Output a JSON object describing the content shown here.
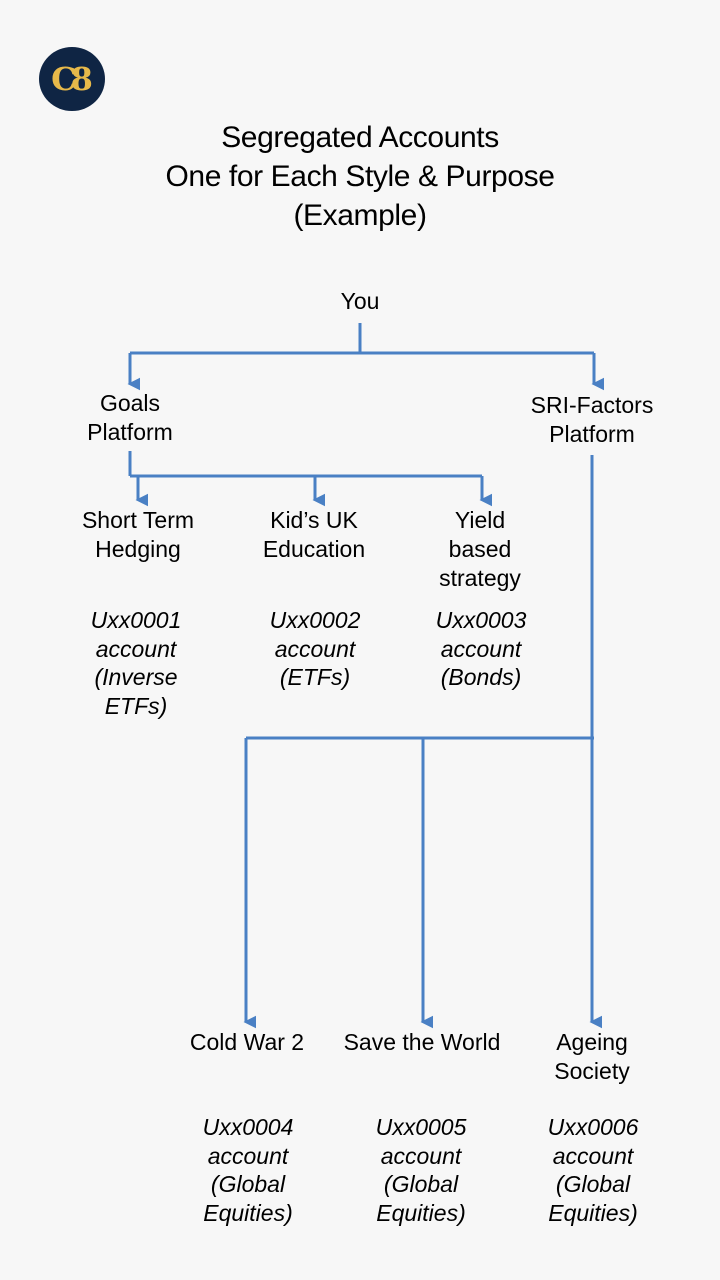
{
  "logo": {
    "text": "C8",
    "bg": "#0f2544",
    "fg": "#e7b94a"
  },
  "title": {
    "line1": "Segregated Accounts",
    "line2": "One for Each Style & Purpose",
    "line3": "(Example)"
  },
  "line_color": "#4a80c4",
  "root": {
    "label": "You"
  },
  "platforms": {
    "goals": {
      "line1": "Goals",
      "line2": "Platform"
    },
    "sri": {
      "line1": "SRI-Factors",
      "line2": "Platform"
    }
  },
  "goals_accounts": [
    {
      "name": [
        "Short Term",
        "Hedging"
      ],
      "account": [
        "Uxx0001",
        "account",
        "(Inverse",
        "ETFs)"
      ]
    },
    {
      "name": [
        "Kid’s UK",
        "Education"
      ],
      "account": [
        "Uxx0002",
        "account",
        "(ETFs)"
      ]
    },
    {
      "name": [
        "Yield",
        "based",
        "strategy"
      ],
      "account": [
        "Uxx0003",
        "account",
        "(Bonds)"
      ]
    }
  ],
  "sri_accounts": [
    {
      "name": [
        "Cold War 2"
      ],
      "account": [
        "Uxx0004",
        "account",
        "(Global",
        "Equities)"
      ]
    },
    {
      "name": [
        "Save the World"
      ],
      "account": [
        "Uxx0005",
        "account",
        "(Global",
        "Equities)"
      ]
    },
    {
      "name": [
        "Ageing",
        "Society"
      ],
      "account": [
        "Uxx0006",
        "account",
        "(Global",
        "Equities)"
      ]
    }
  ]
}
